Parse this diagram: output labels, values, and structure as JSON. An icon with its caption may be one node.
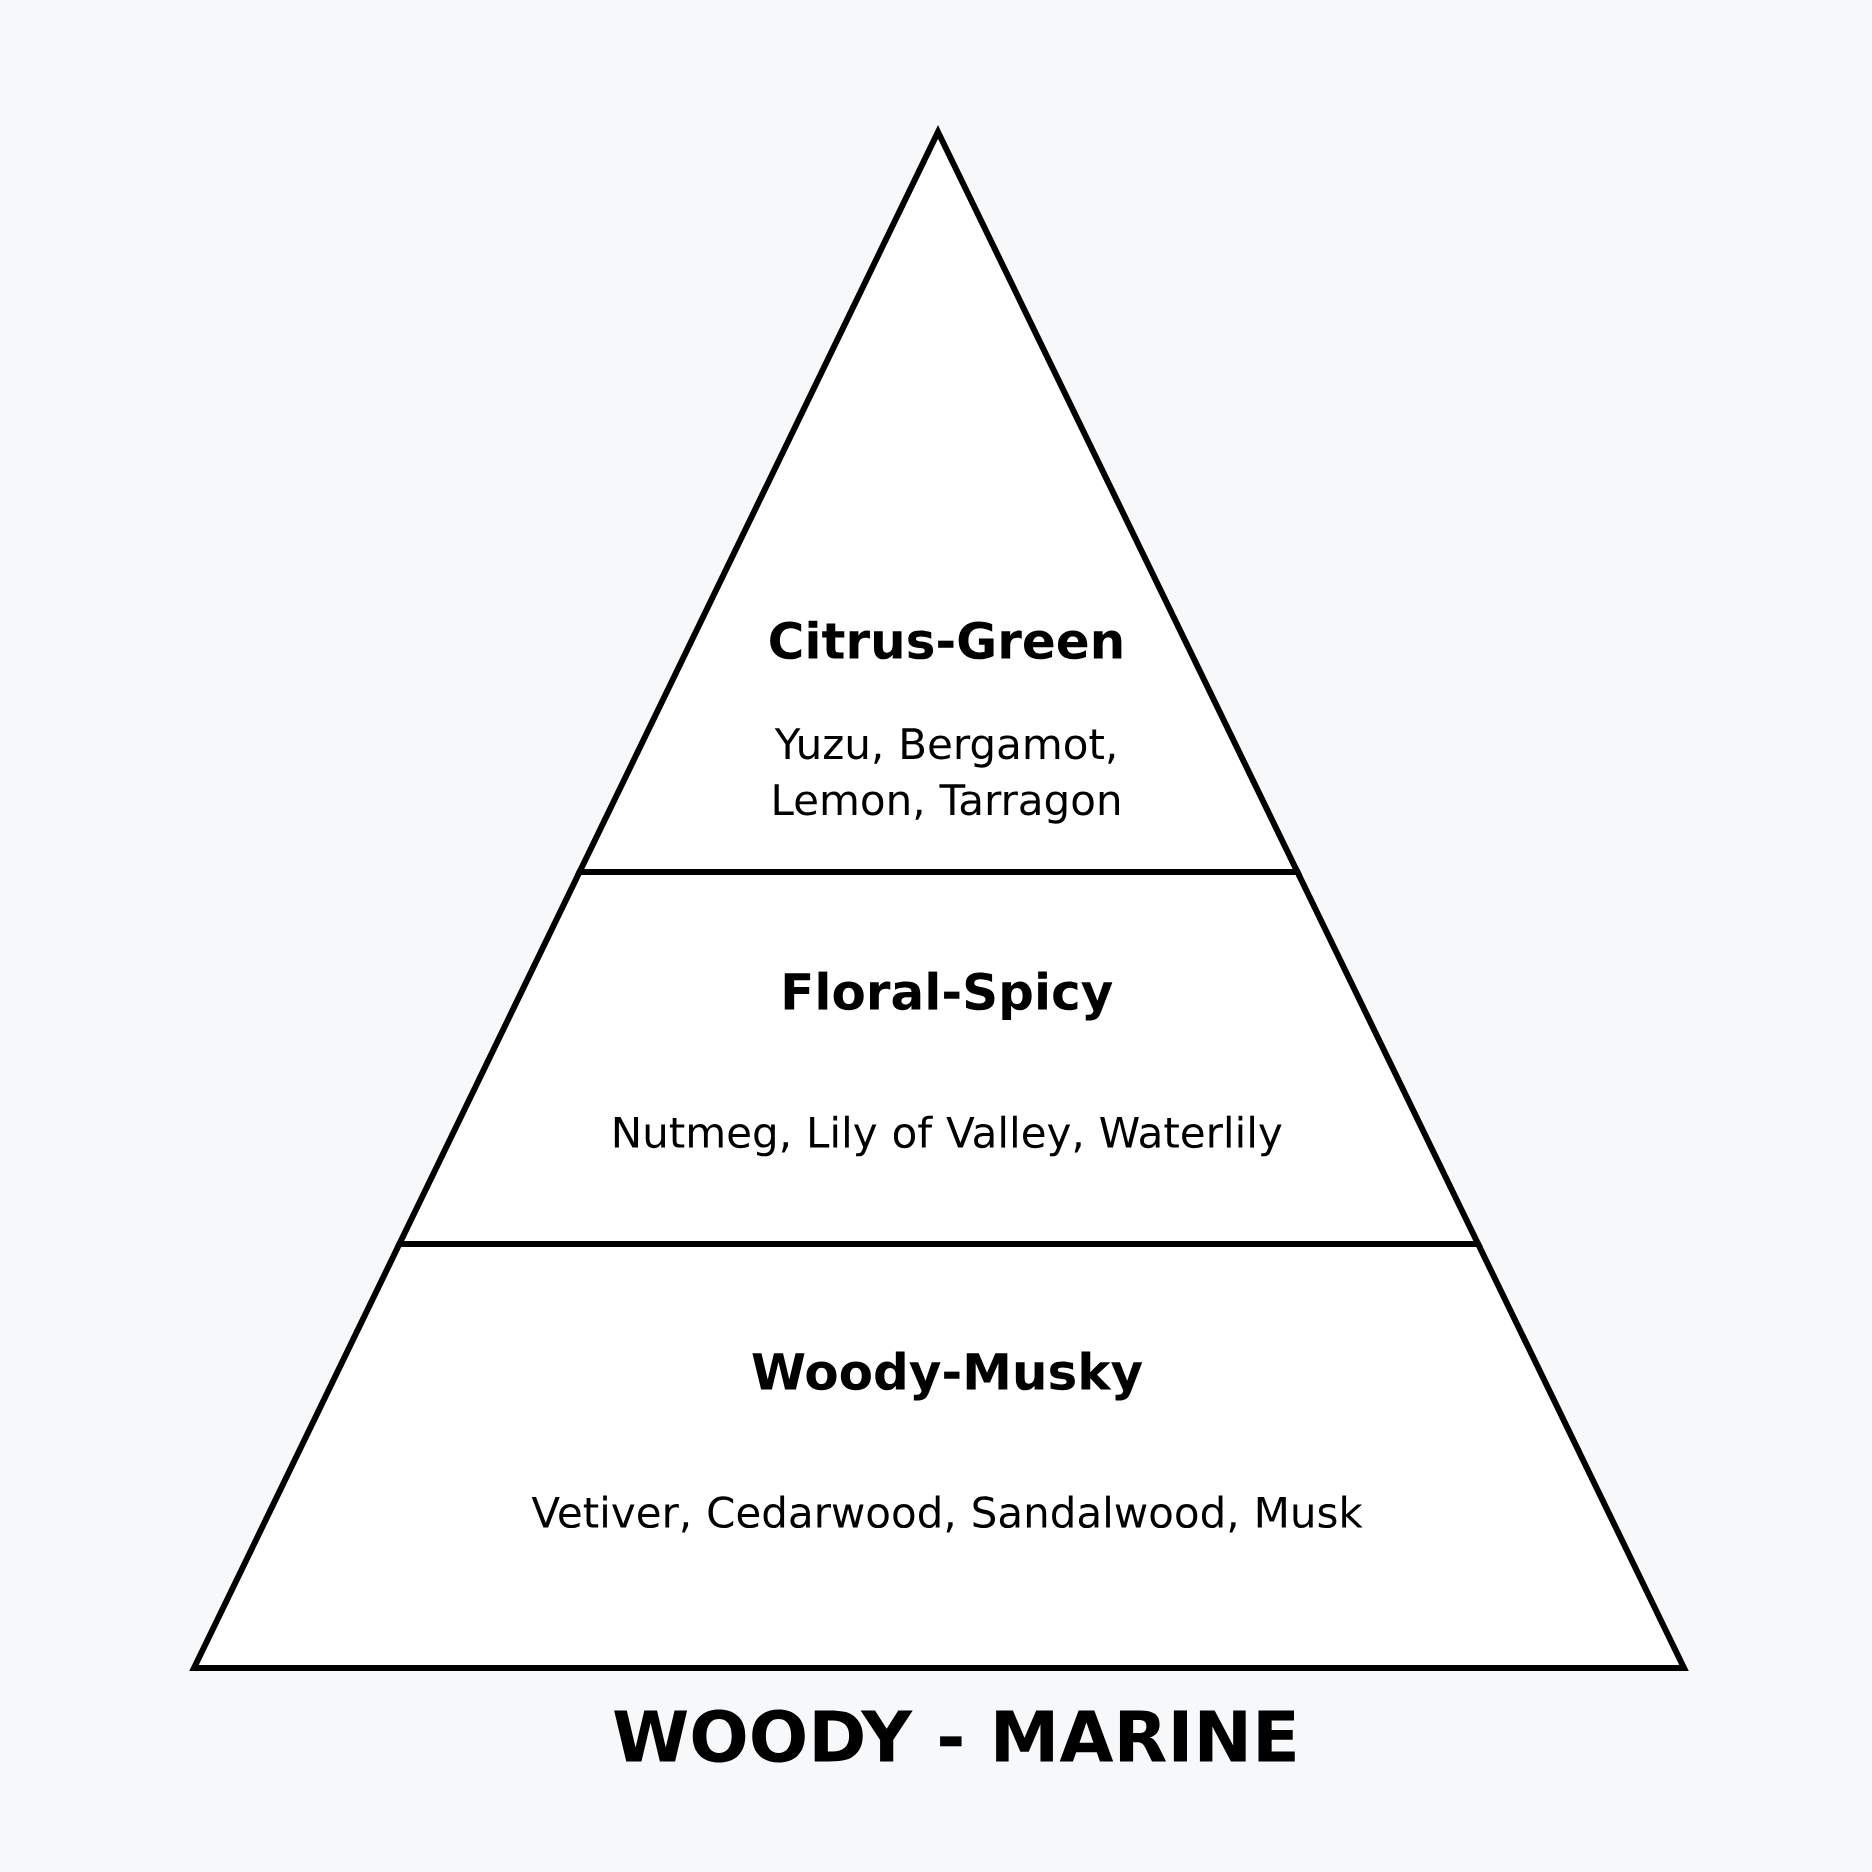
{
  "diagram": {
    "title": "WOODY - MARINE",
    "nodes": [
      {
        "text": [
          "Citrus-Green",
          "Yuzu, Bergamot, Lemon, Tarragon"
        ]
      },
      {
        "text": [
          "Floral-Spicy",
          "Nutmeg, Lily of Valley, Waterlily"
        ]
      },
      {
        "text": [
          "Woody-Musky",
          "Vetiver, Cedarwood, Sandalwood, Musk"
        ]
      }
    ]
  }
}
